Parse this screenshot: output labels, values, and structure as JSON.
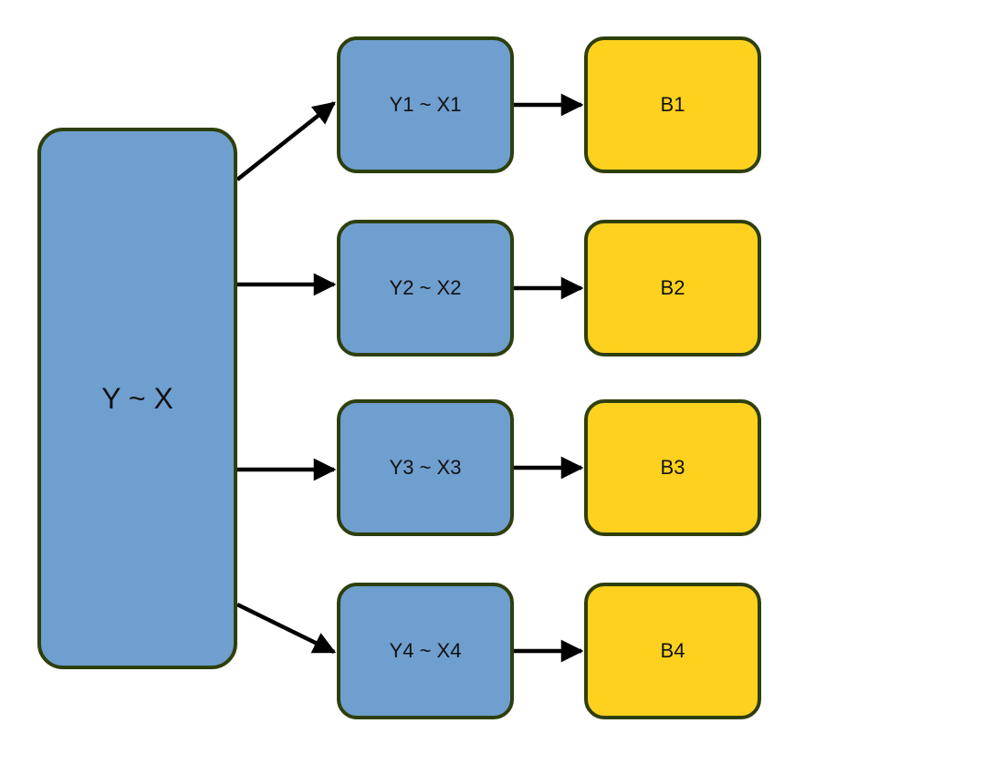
{
  "diagram": {
    "root": {
      "label": "Y ~ X"
    },
    "models": [
      {
        "label": "Y1 ~ X1"
      },
      {
        "label": "Y2 ~ X2"
      },
      {
        "label": "Y3 ~ X3"
      },
      {
        "label": "Y4 ~ X4"
      }
    ],
    "results": [
      {
        "label": "B1"
      },
      {
        "label": "B2"
      },
      {
        "label": "B3"
      },
      {
        "label": "B4"
      }
    ],
    "colors": {
      "model_fill": "#6f9fcf",
      "result_fill": "#fdd11e",
      "border": "#2e3f0c",
      "arrow": "#000000"
    }
  }
}
